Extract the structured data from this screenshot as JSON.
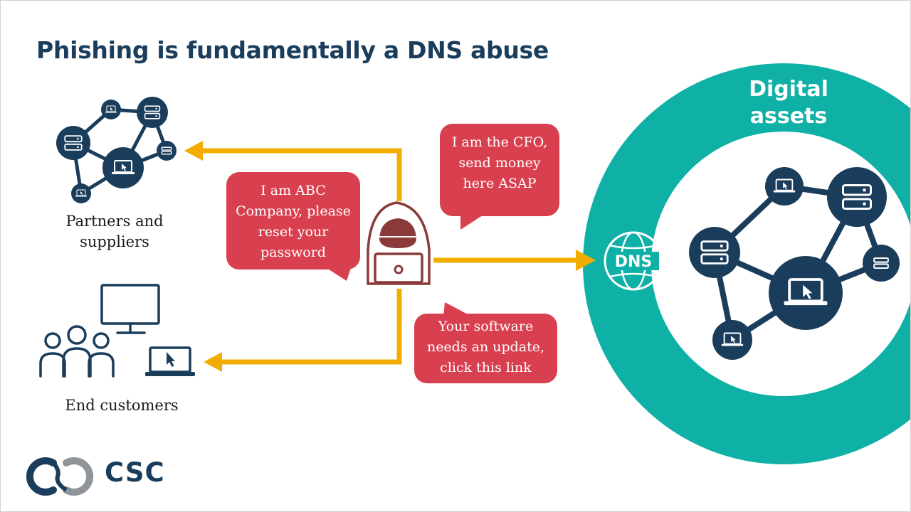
{
  "title": "Phishing is fundamentally a DNS abuse",
  "colors": {
    "navy": "#1a3d5c",
    "teal": "#0fb0a6",
    "arrow": "#f2ad00",
    "bubble": "#d9404f",
    "hacker": "#8b3a3a",
    "logo_gray": "#8e9499"
  },
  "partners": {
    "label": "Partners and suppliers"
  },
  "customers": {
    "label": "End customers"
  },
  "bubbles": {
    "abc": "I am ABC Company, please reset your password",
    "cfo": "I am the CFO, send money here ASAP",
    "software": "Your software needs an update, click this link"
  },
  "assets": {
    "label": "Digital assets",
    "dns_label": "DNS"
  },
  "logo": {
    "text": "CSC"
  },
  "icons": [
    "network-icon",
    "monitor-icon",
    "people-icon",
    "laptop-icon",
    "hacker-icon",
    "dns-globe-icon",
    "server-icon"
  ]
}
